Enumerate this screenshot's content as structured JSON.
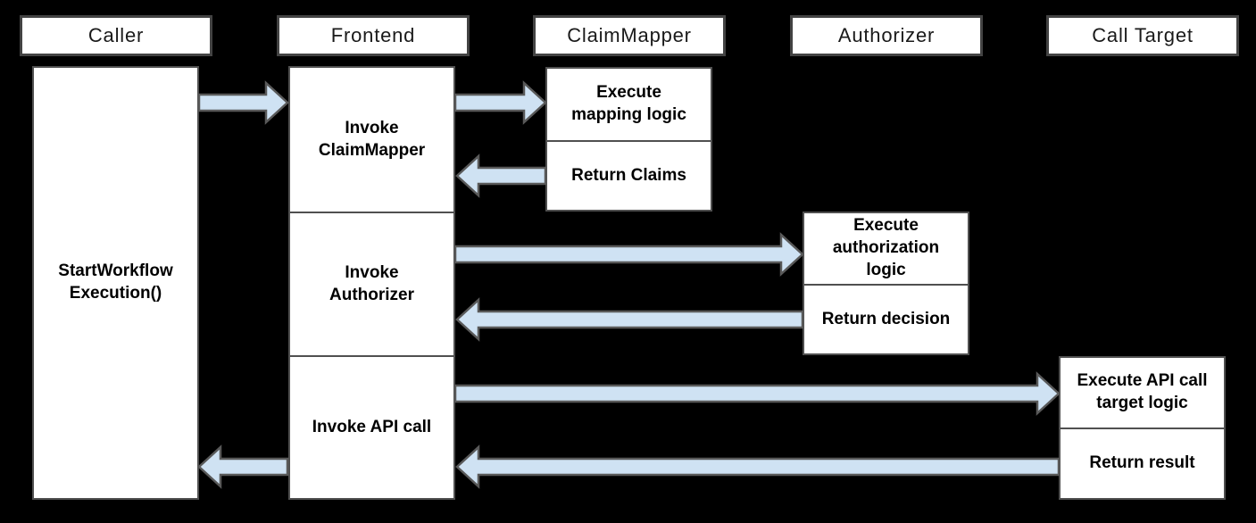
{
  "diagram": {
    "participants": [
      {
        "name": "Caller",
        "activities": [
          {
            "label": "StartWorkflow\nExecution()"
          }
        ]
      },
      {
        "name": "Frontend",
        "activities": [
          {
            "label": "Invoke\nClaimMapper"
          },
          {
            "label": "Invoke\nAuthorizer"
          },
          {
            "label": "Invoke API call"
          }
        ]
      },
      {
        "name": "ClaimMapper",
        "activities": [
          {
            "label": "Execute\nmapping logic"
          },
          {
            "label": "Return Claims"
          }
        ]
      },
      {
        "name": "Authorizer",
        "activities": [
          {
            "label": "Execute\nauthorization\nlogic"
          },
          {
            "label": "Return decision"
          }
        ]
      },
      {
        "name": "Call Target",
        "activities": [
          {
            "label": "Execute API call\ntarget logic"
          },
          {
            "label": "Return result"
          }
        ]
      }
    ],
    "arrows": [
      {
        "from": "Caller",
        "to": "Frontend"
      },
      {
        "from": "Frontend",
        "to": "ClaimMapper"
      },
      {
        "from": "ClaimMapper",
        "to": "Frontend"
      },
      {
        "from": "Frontend",
        "to": "Authorizer"
      },
      {
        "from": "Authorizer",
        "to": "Frontend"
      },
      {
        "from": "Frontend",
        "to": "Call Target"
      },
      {
        "from": "Call Target",
        "to": "Frontend"
      },
      {
        "from": "Frontend",
        "to": "Caller"
      }
    ]
  },
  "colors": {
    "background": "#000000",
    "box_fill": "#ffffff",
    "header_border": "#434343",
    "box_border": "#505050",
    "arrow_fill": "#cfe2f3",
    "arrow_border": "#595959"
  }
}
